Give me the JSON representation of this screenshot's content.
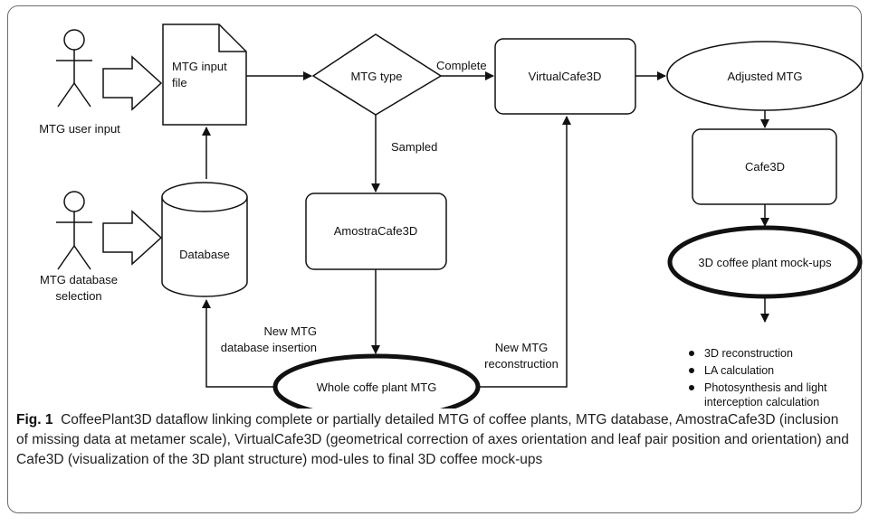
{
  "diagram": {
    "actors": {
      "user": "MTG user input",
      "db_line1": "MTG database",
      "db_line2": "selection"
    },
    "nodes": {
      "input_file_line1": "MTG input",
      "input_file_line2": "file",
      "database": "Database",
      "mtg_type": "MTG type",
      "amostra": "AmostraCafe3D",
      "virtualcafe": "VirtualCafe3D",
      "adjusted": "Adjusted MTG",
      "cafe3d": "Cafe3D",
      "mockups": "3D coffee plant mock-ups",
      "whole": "Whole coffe plant MTG"
    },
    "edge_labels": {
      "complete": "Complete",
      "sampled": "Sampled",
      "insertion_line1": "New MTG",
      "insertion_line2": "database insertion",
      "reconstruction_line1": "New MTG",
      "reconstruction_line2": "reconstruction"
    },
    "outputs": [
      "3D reconstruction",
      "LA calculation",
      "Photosynthesis and light",
      "interception calculation"
    ]
  },
  "caption": {
    "label": "Fig. 1",
    "text": "CoffeePlant3D dataflow linking complete or partially detailed MTG of coffee plants, MTG database, AmostraCafe3D (inclusion of missing data at metamer scale), VirtualCafe3D (geometrical correction of axes orientation and leaf pair position and orientation) and Cafe3D (visualization of the 3D plant structure) mod-ules to final 3D coffee mock-ups"
  }
}
